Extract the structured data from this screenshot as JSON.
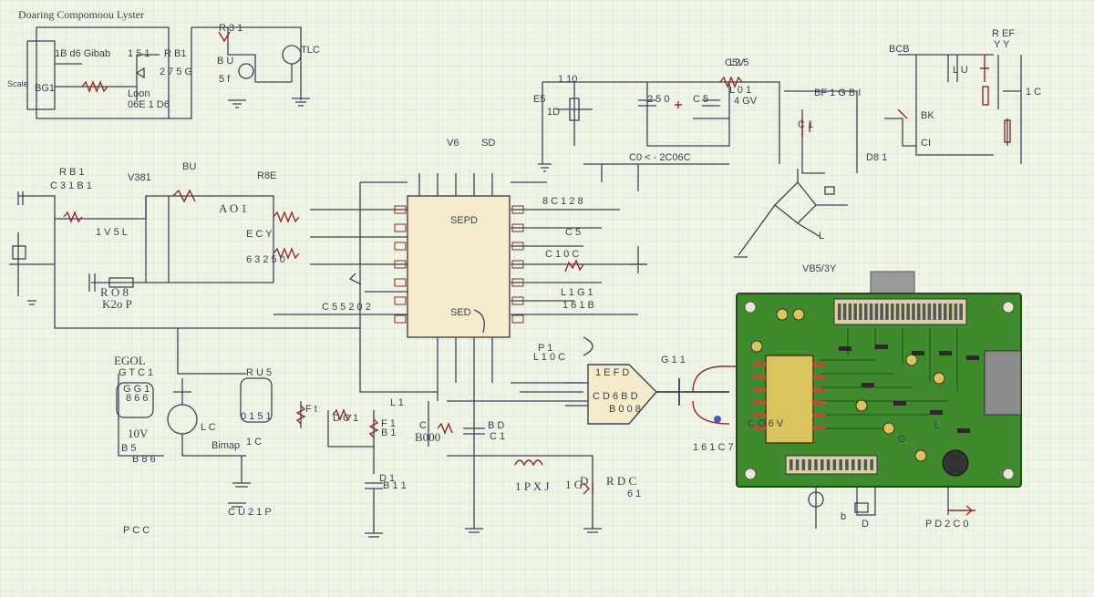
{
  "title": "Doaring Compomoou Lyster",
  "colors": {
    "paper": "#eef3e6",
    "grid": "#d5e0c8",
    "ink": "#3d4257",
    "red": "#8e2a2a",
    "pcb": "#3f8a2c",
    "chip": "#f3ebc9"
  },
  "labels": {
    "tl_1": "Scale",
    "tl_2": "1B d6 Gibab",
    "tl_3": "BG1",
    "tl_4": "Loon",
    "tl_5": "06E 1 D6",
    "tl_6": "1 5 1",
    "tl_7": "2 7 5 G",
    "tl_8": "R B1",
    "tl_9": "R 3 1",
    "tl_10": "TLC",
    "tl_11": "B U",
    "tl_12": "5 f",
    "top_1": "1 10",
    "top_2": "C5V",
    "top_3": "L2 5",
    "top_4": "L 0 1",
    "top_5": "E5",
    "top_6": "4 GV",
    "top_7": "1D",
    "top_8": "2 5 0",
    "top_9": "C 5",
    "top_10": "C0  <  - 2C06C",
    "tr_1": "BCB",
    "tr_2": "R EF",
    "tr_3": "Y Y",
    "tr_4": "L U",
    "tr_5": "1 C",
    "tr_6": "BF 1 G B I",
    "tr_7": "C 1",
    "tr_8": "BK",
    "tr_9": "CI",
    "tr_10": "D8 1",
    "tr_11": "L",
    "mid_1": "V6",
    "mid_2": "SD",
    "mid_3": "SEPD",
    "mid_4": "SED",
    "l_1": "R B 1",
    "l_2": "V381",
    "l_3": "BU",
    "l_4": "R8E",
    "l_5": "C 3 1 B 1",
    "l_6": "A O 1",
    "l_7": "1 V 5 L",
    "l_8": "E C Y",
    "l_9": "R O 8",
    "l_10": "K2o P",
    "l_11": "C 5 5 2 0 2",
    "l_12": "6 3 2 5 0",
    "r_1": "8 C 1 2 8",
    "r_2": "C 5",
    "r_3": "C 1 0 C",
    "r_4": "L 1 G 1",
    "r_5": "VB5/3Y",
    "r_6": "1 6 1 B",
    "bl_1": "EGOL",
    "bl_2": "G T C 1",
    "bl_3": "8 6 6",
    "bl_4": "G G 1",
    "bl_5": "10V",
    "bl_6": "B 5",
    "bl_7": "B 8 6",
    "bl_8": "R U 5",
    "bl_9": "0 1 5 1",
    "bl_10": "Bimap",
    "bl_11": "1 C",
    "bl_12": "L C",
    "bl_13": "C U 2 1 P",
    "bl_14": "P C C",
    "bc_1": "F t",
    "bc_2": "D C 1",
    "bc_3": "B 1",
    "bc_4": "B000",
    "bc_5": "B D",
    "bc_6": "L 1",
    "bc_7": "C",
    "bc_8": "C 1",
    "bc_9": "F 1",
    "bc_10": "B 1 1",
    "bc_11": "1 P X J",
    "bc_12": "1 G",
    "bc_13": "D",
    "bc_14": "R D C",
    "bc_15": "D 1",
    "bc_16": "6 1",
    "amp_1": "1 E F D",
    "amp_2": "C D 6 B D",
    "amp_3": "B 0 0 8",
    "amp_4": "L 1 0 C",
    "amp_5": "G 1 1",
    "amp_6": "P 1",
    "pcb_1": "C O 6 V",
    "pcb_2": "1 6 1 C 7",
    "pcb_3": "b",
    "pcb_4": "D",
    "pcb_5": "G",
    "pcb_6": "L",
    "pcb_7": "P D 2 C 0"
  }
}
